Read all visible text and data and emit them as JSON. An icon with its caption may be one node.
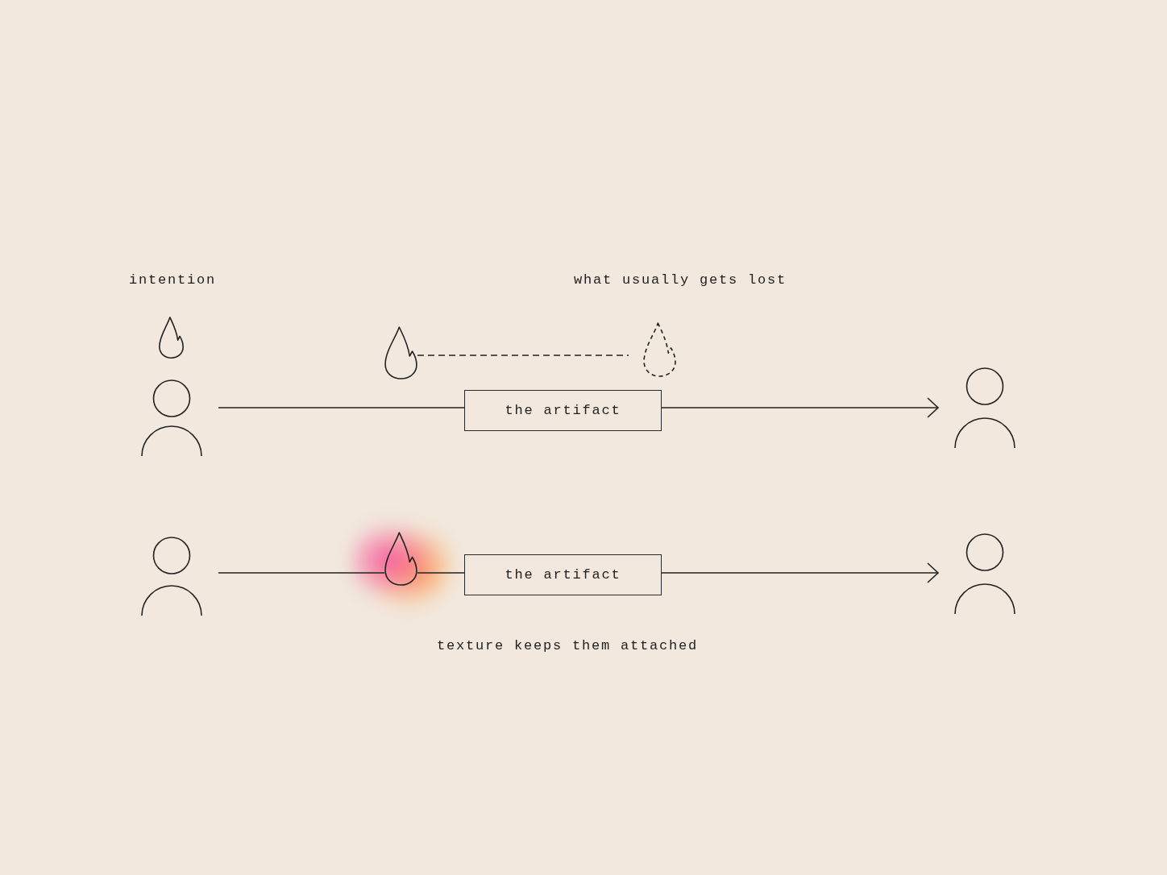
{
  "diagram": {
    "nodes": [
      {
        "text": [],
        "shape": "flame"
      },
      {
        "text": [],
        "shape": "flame"
      },
      {
        "text": [],
        "shape": "flame"
      },
      {
        "text": [],
        "shape": "person"
      },
      {
        "text": [
          "the artifact"
        ]
      },
      {
        "text": [],
        "shape": "person"
      },
      {
        "text": [],
        "shape": "person"
      },
      {
        "text": [],
        "shape": "flame"
      },
      {
        "text": [
          "the artifact"
        ]
      },
      {
        "text": [],
        "shape": "person"
      }
    ],
    "edges": [
      {
        "from": 3,
        "to": 4,
        "arrow": "none"
      },
      {
        "from": 4,
        "to": 5,
        "arrow": "to"
      },
      {
        "from": 1,
        "to": 2,
        "arrow": "none",
        "style": "dashed"
      },
      {
        "from": 6,
        "to": 7,
        "arrow": "none"
      },
      {
        "from": 7,
        "to": 8,
        "arrow": "none"
      },
      {
        "from": 8,
        "to": 9,
        "arrow": "to"
      }
    ],
    "labels": [
      "intention",
      "what usually gets lost",
      "texture keeps them attached"
    ]
  }
}
